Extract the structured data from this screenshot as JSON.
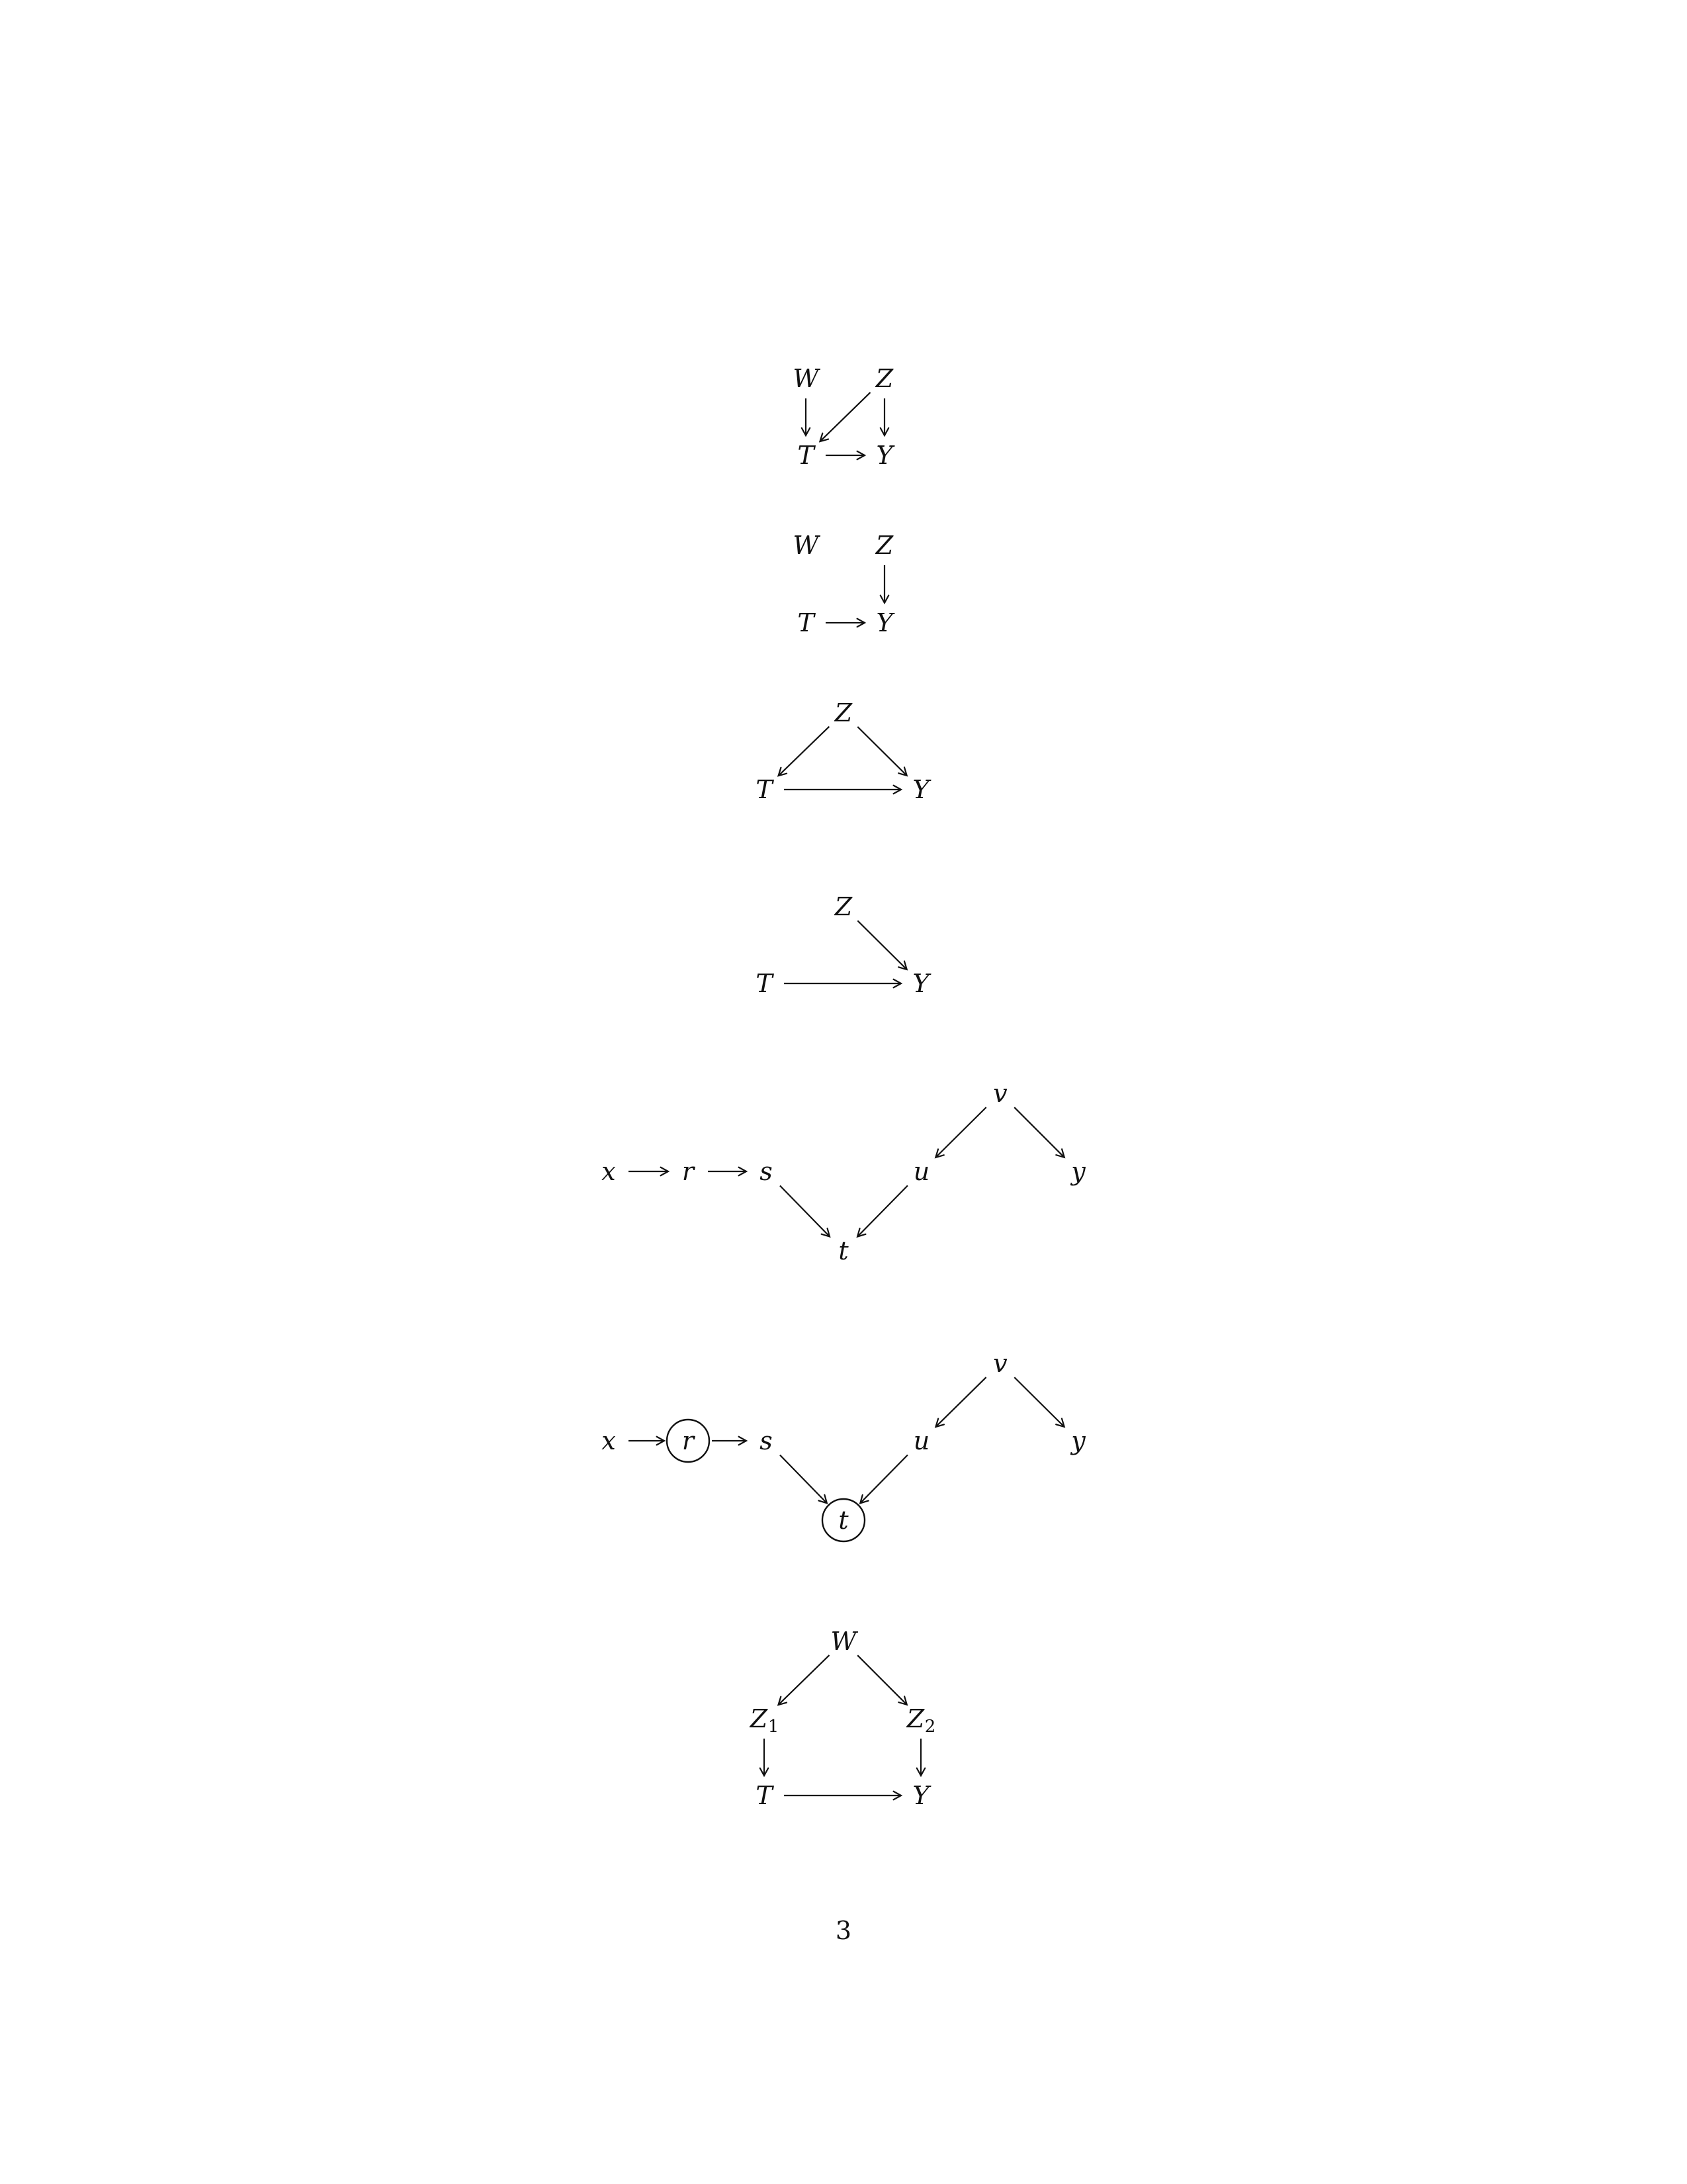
{
  "diagrams": [
    {
      "id": "d1",
      "nodes": {
        "W": "W",
        "Z": "Z",
        "T": "T",
        "Y": "Y"
      },
      "edges": [
        [
          "W",
          "T"
        ],
        [
          "Z",
          "T"
        ],
        [
          "Z",
          "Y"
        ],
        [
          "T",
          "Y"
        ]
      ]
    },
    {
      "id": "d2",
      "nodes": {
        "W": "W",
        "Z": "Z",
        "T": "T",
        "Y": "Y"
      },
      "edges": [
        [
          "Z",
          "Y"
        ],
        [
          "T",
          "Y"
        ]
      ]
    },
    {
      "id": "d3",
      "nodes": {
        "Z": "Z",
        "T": "T",
        "Y": "Y"
      },
      "edges": [
        [
          "Z",
          "T"
        ],
        [
          "Z",
          "Y"
        ],
        [
          "T",
          "Y"
        ]
      ]
    },
    {
      "id": "d4",
      "nodes": {
        "Z": "Z",
        "T": "T",
        "Y": "Y"
      },
      "edges": [
        [
          "Z",
          "Y"
        ],
        [
          "T",
          "Y"
        ]
      ]
    },
    {
      "id": "d5",
      "nodes": {
        "x": "x",
        "r": "r",
        "s": "s",
        "t": "t",
        "u": "u",
        "v": "v",
        "y": "y"
      },
      "edges": [
        [
          "x",
          "r"
        ],
        [
          "r",
          "s"
        ],
        [
          "s",
          "t"
        ],
        [
          "u",
          "t"
        ],
        [
          "v",
          "u"
        ],
        [
          "v",
          "y"
        ]
      ]
    },
    {
      "id": "d6",
      "nodes": {
        "x": "x",
        "r": "r",
        "s": "s",
        "t": "t",
        "u": "u",
        "v": "v",
        "y": "y"
      },
      "circled": [
        "r",
        "t"
      ],
      "edges": [
        [
          "x",
          "r"
        ],
        [
          "r",
          "s"
        ],
        [
          "s",
          "t"
        ],
        [
          "u",
          "t"
        ],
        [
          "v",
          "u"
        ],
        [
          "v",
          "y"
        ]
      ]
    },
    {
      "id": "d7",
      "nodes": {
        "W": "W",
        "Z1": "Z",
        "Z2": "Z",
        "T": "T",
        "Y": "Y"
      },
      "subscripts": {
        "Z1": "1",
        "Z2": "2"
      },
      "edges": [
        [
          "W",
          "Z1"
        ],
        [
          "W",
          "Z2"
        ],
        [
          "Z1",
          "T"
        ],
        [
          "Z2",
          "Y"
        ],
        [
          "T",
          "Y"
        ]
      ]
    }
  ],
  "page_number": "3"
}
